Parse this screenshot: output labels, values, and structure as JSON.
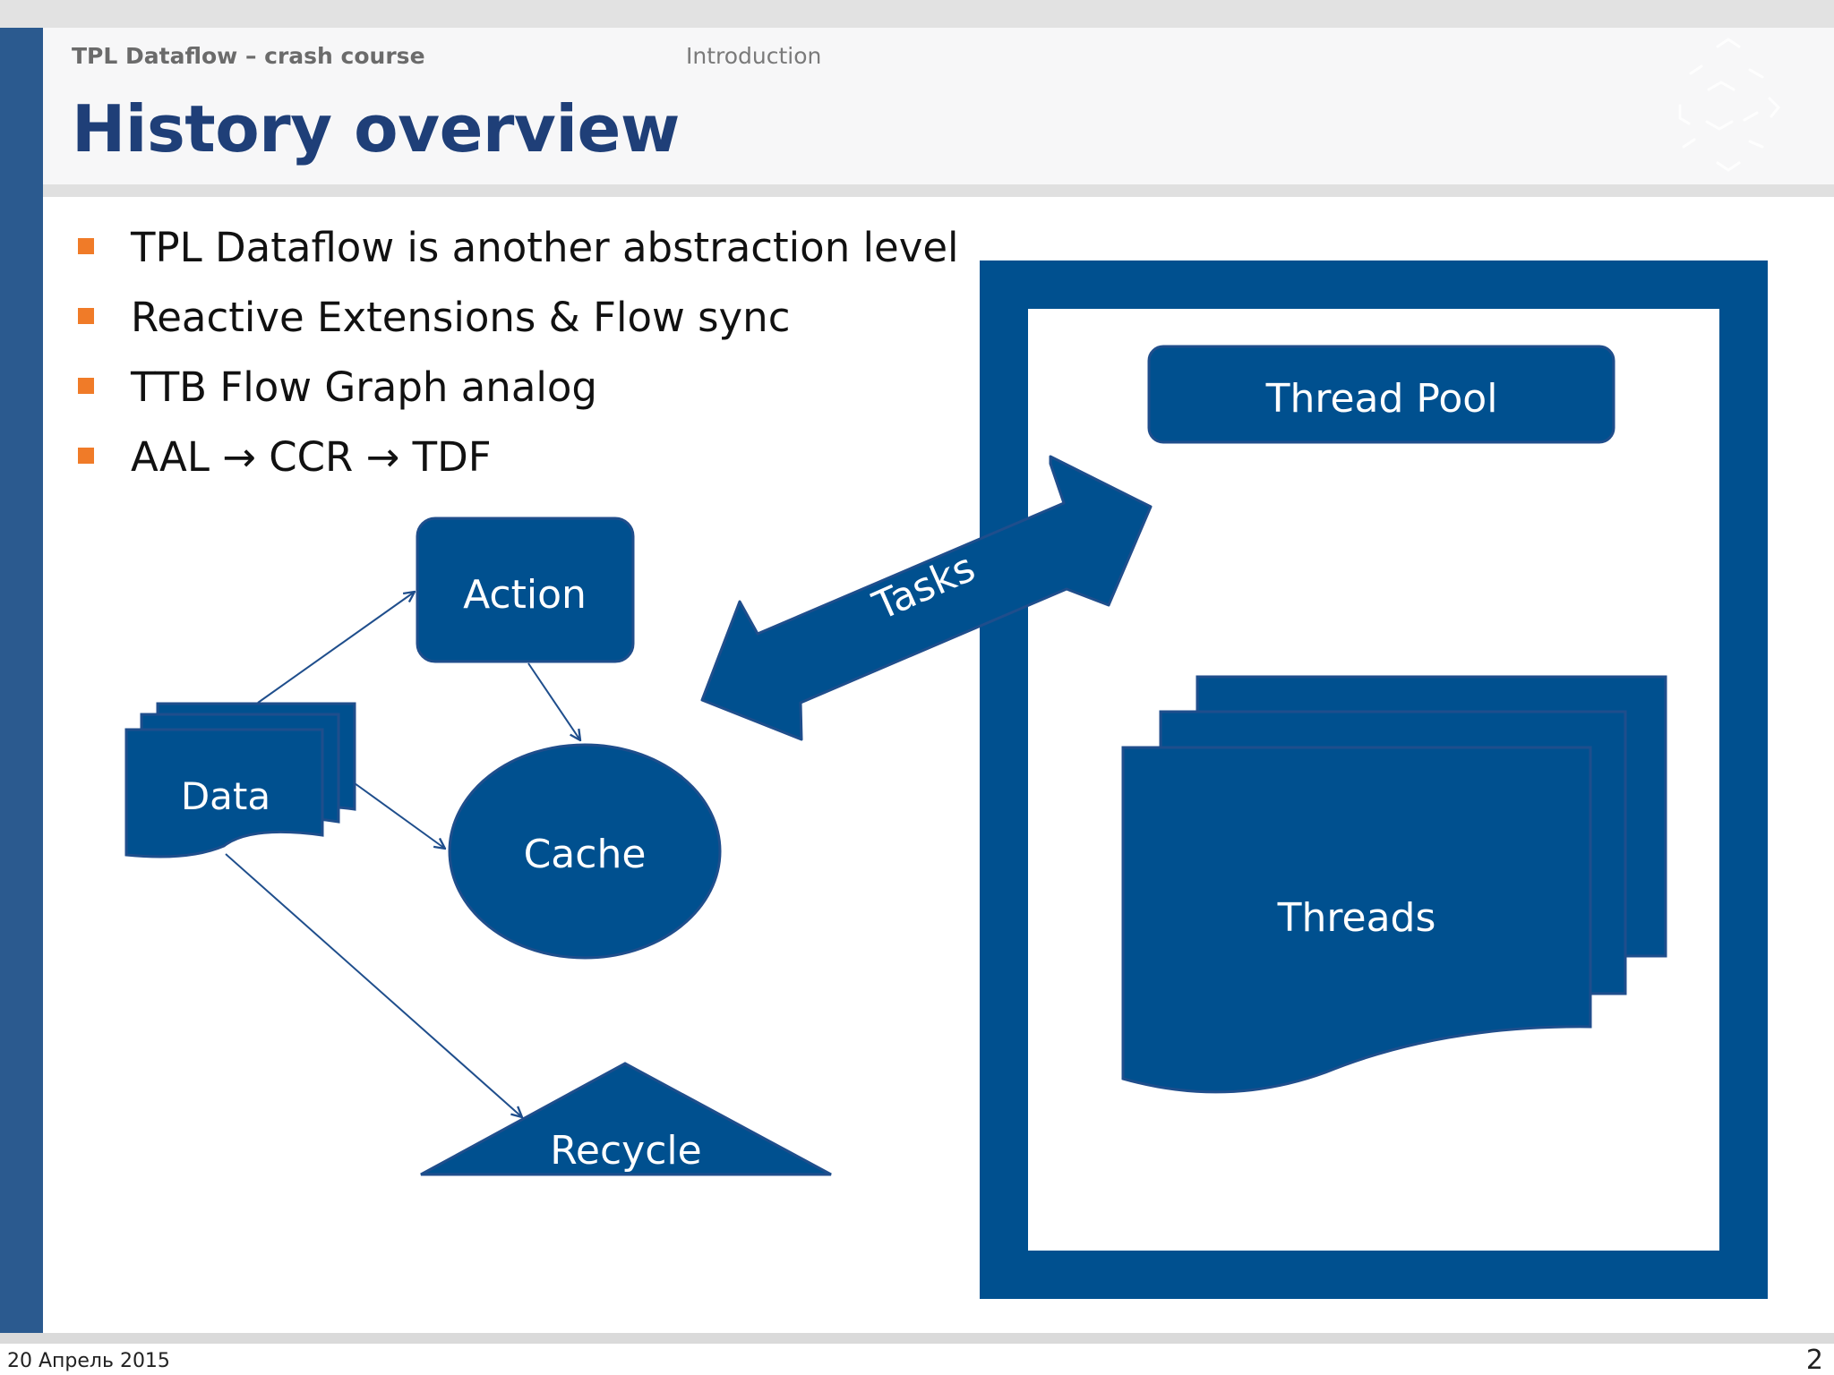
{
  "header": {
    "course_title": "TPL Dataflow – crash course",
    "section": "Introduction",
    "title": "History overview"
  },
  "bullets": [
    "TPL Dataflow is another abstraction level",
    "Reactive Extensions & Flow sync",
    "TTB Flow Graph analog",
    "AAL → CCR → TDF"
  ],
  "diagram": {
    "data": "Data",
    "action": "Action",
    "cache": "Cache",
    "recycle": "Recycle",
    "tasks": "Tasks",
    "thread_pool": "Thread Pool",
    "threads": "Threads"
  },
  "footer": {
    "date": "20 Апрель 2015",
    "page": "2"
  },
  "colors": {
    "shape_fill": "#00508f",
    "shape_stroke": "#1f4e8c",
    "left_bar": "#2b5a8f",
    "title": "#1f3f78",
    "bullet_marker": "#f07b28"
  }
}
